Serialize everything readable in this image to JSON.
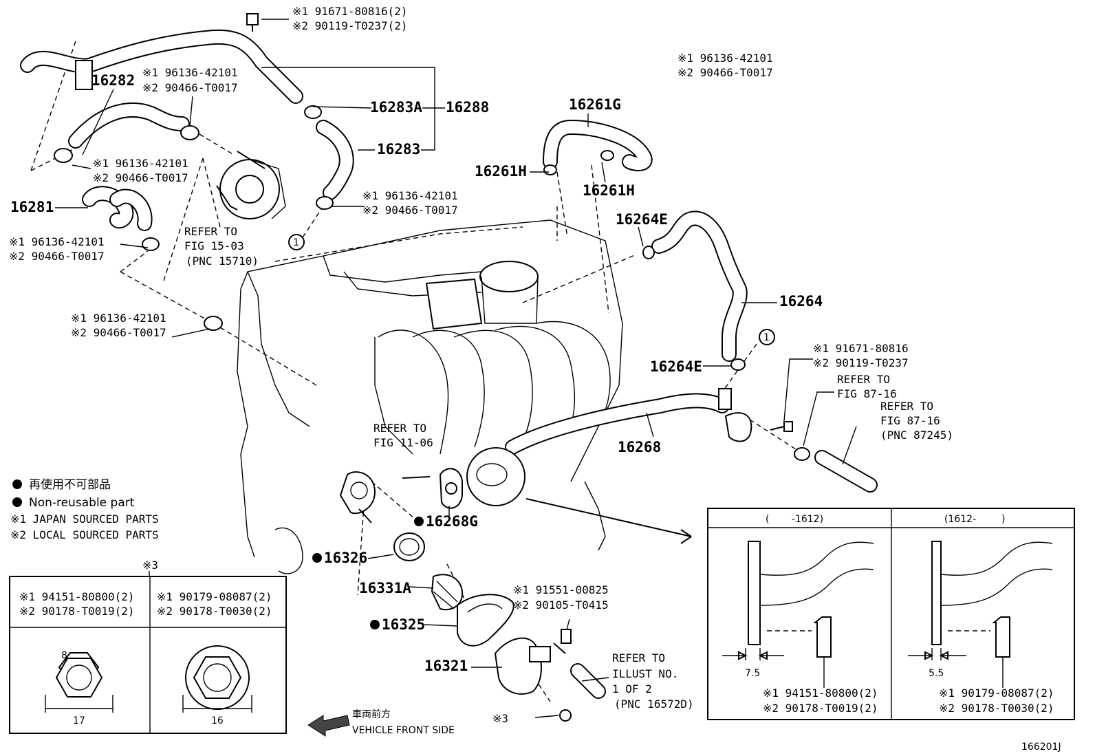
{
  "diagram": {
    "footer_code": "166201J",
    "front_arrow": {
      "label_jp": "車両前方",
      "label_en": "VEHICLE FRONT SIDE"
    },
    "legend": {
      "nonreusable_jp": "再使用不可部品",
      "nonreusable_en": "Non-reusable part",
      "japan": "※1 JAPAN SOURCED PARTS",
      "local": "※2 LOCAL SOURCED PARTS"
    },
    "part_numbers": {
      "p16282": "16282",
      "p16281": "16281",
      "p16283A": "16283A",
      "p16288": "16288",
      "p16283": "16283",
      "p16261G": "16261G",
      "p16261H_left": "16261H",
      "p16261H_right": "16261H",
      "p16264E_top": "16264E",
      "p16264": "16264",
      "p16264E_bottom": "16264E",
      "p16268": "16268",
      "p16268G": "16268G",
      "p16326": "16326",
      "p16331A": "16331A",
      "p16325": "16325",
      "p16321": "16321"
    },
    "callouts": {
      "bolt_top_1": "※1 91671-80816(2)",
      "bolt_top_2": "※2 90119-T0237(2)",
      "clip_tr_1": "※1 96136-42101",
      "clip_tr_2": "※2 90466-T0017",
      "clip_a_1": "※1 96136-42101",
      "clip_a_2": "※2 90466-T0017",
      "clip_b_1": "※1 96136-42101",
      "clip_b_2": "※2 90466-T0017",
      "clip_c_1": "※1 96136-42101",
      "clip_c_2": "※2 90466-T0017",
      "clip_d_1": "※1 96136-42101",
      "clip_d_2": "※2 90466-T0017",
      "clip_e_1": "※1 96136-42101",
      "clip_e_2": "※2 90466-T0017",
      "bolt_r_1": "※1 91671-80816",
      "bolt_r_2": "※2 90119-T0237",
      "bolt_b_1": "※1 91551-00825",
      "bolt_b_2": "※2 90105-T0415",
      "nut_3": "※3"
    },
    "refs": {
      "ref1503_a": "REFER TO",
      "ref1503_b": "FIG 15-03",
      "ref1503_c": "(PNC 15710)",
      "ref1106_a": "REFER TO",
      "ref1106_b": "FIG 11-06",
      "ref8716a_a": "REFER TO",
      "ref8716a_b": "FIG 87-16",
      "ref8716b_a": "REFER TO",
      "ref8716b_b": "FIG 87-16",
      "ref8716b_c": "(PNC 87245)",
      "illust_a": "REFER TO",
      "illust_b": "ILLUST NO.",
      "illust_c": "1 OF 2",
      "illust_d": "(PNC 16572D)"
    },
    "circle_marker": "1",
    "nut_table": {
      "title": "※3",
      "left_1": "※1 94151-80800(2)",
      "left_2": "※2 90178-T0019(2)",
      "right_1": "※1 90179-08087(2)",
      "right_2": "※2 90178-T0030(2)",
      "left_dim_top": "8",
      "left_dim": "17",
      "right_dim": "16"
    },
    "detail_table": {
      "left_head": "(　　 -1612)",
      "right_head": "(1612- 　　 )",
      "left_dim": "7.5",
      "right_dim": "5.5",
      "left_1": "※1 94151-80800(2)",
      "left_2": "※2 90178-T0019(2)",
      "right_1": "※1 90179-08087(2)",
      "right_2": "※2 90178-T0030(2)"
    }
  }
}
